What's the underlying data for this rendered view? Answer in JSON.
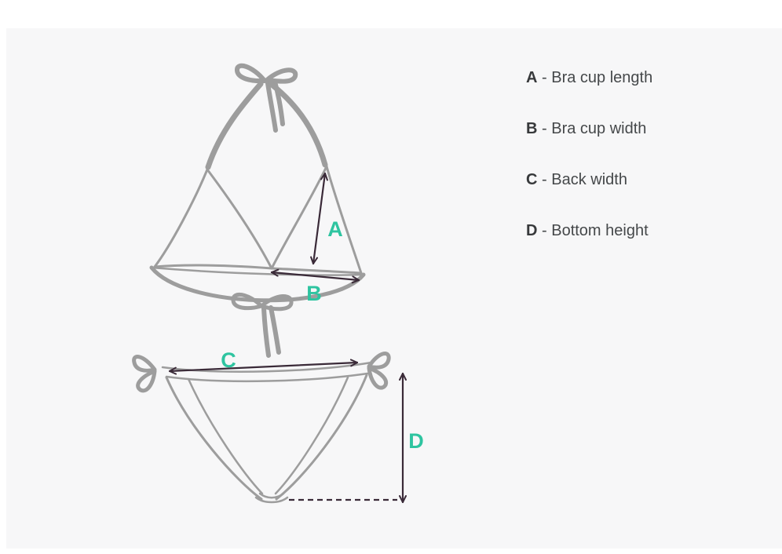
{
  "colors": {
    "page_bg": "#ffffff",
    "panel_bg": "#f7f7f8",
    "outline": "#9d9d9d",
    "arrow": "#3a2a38",
    "marker": "#2ec4a0",
    "legend_key": "#37393b",
    "legend_text": "#45484a"
  },
  "legend": {
    "items": [
      {
        "key": "A",
        "text": " - Bra cup length"
      },
      {
        "key": "B",
        "text": " - Bra cup width"
      },
      {
        "key": "C",
        "text": " - Back width"
      },
      {
        "key": "D",
        "text": " - Bottom height"
      }
    ]
  },
  "diagram": {
    "marker_labels": [
      "A",
      "B",
      "C",
      "D"
    ]
  }
}
